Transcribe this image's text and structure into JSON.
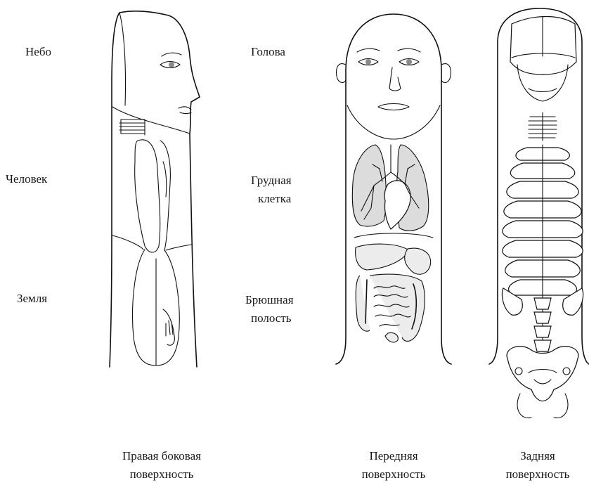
{
  "left_labels": {
    "sky": "Небо",
    "human": "Человек",
    "earth": "Земля"
  },
  "middle_labels": {
    "head": "Голова",
    "chest_line1": "Грудная",
    "chest_line2": "клетка",
    "abdomen_line1": "Брюшная",
    "abdomen_line2": "полость"
  },
  "captions": {
    "right_lateral_line1": "Правая боковая",
    "right_lateral_line2": "поверхность",
    "anterior_line1": "Передняя",
    "anterior_line2": "поверхность",
    "posterior_line1": "Задняя",
    "posterior_line2": "поверхность"
  }
}
